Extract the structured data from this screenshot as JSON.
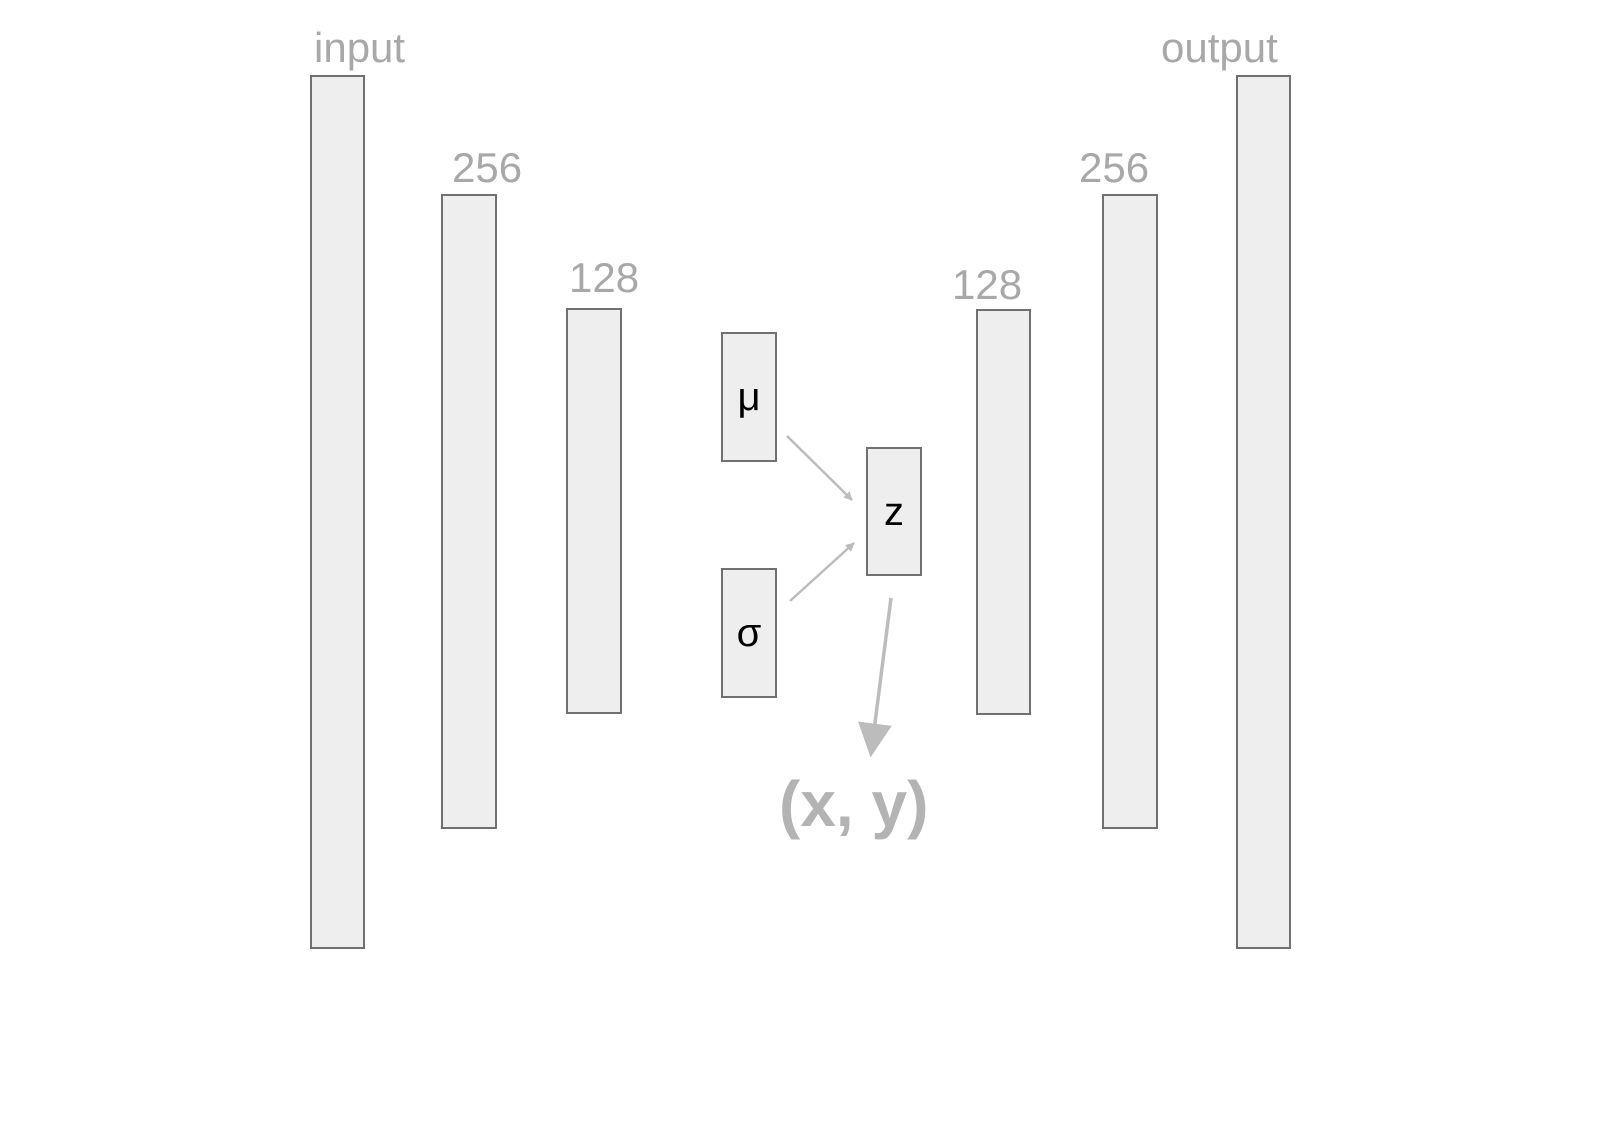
{
  "diagram": {
    "encoder": {
      "input_label": "input",
      "hidden1_label": "256",
      "hidden2_label": "128"
    },
    "latent": {
      "mu_symbol": "μ",
      "sigma_symbol": "σ",
      "z_symbol": "z",
      "projection_label": "(x, y)"
    },
    "decoder": {
      "hidden1_label": "128",
      "hidden2_label": "256",
      "output_label": "output"
    },
    "colors": {
      "layer_fill": "#eeeeee",
      "layer_border": "#707070",
      "label_text": "#a8a8a8",
      "arrow": "#bcbcbc",
      "symbol_text": "#000000"
    }
  }
}
